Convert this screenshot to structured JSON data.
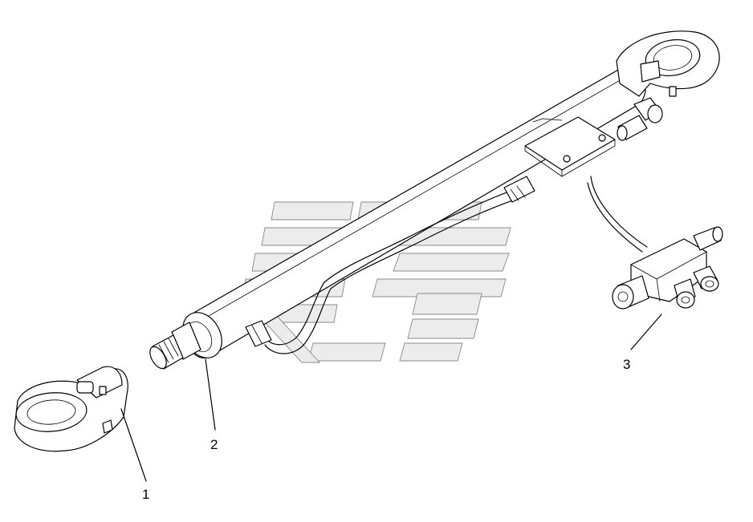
{
  "diagram": {
    "callouts": [
      {
        "id": "1",
        "label": "1"
      },
      {
        "id": "2",
        "label": "2"
      },
      {
        "id": "3",
        "label": "3"
      }
    ],
    "watermark": {
      "kind": "logo",
      "colors": {
        "fill": "#ececec",
        "stroke": "#888888"
      }
    },
    "line_color": "#000000",
    "background": "#ffffff"
  }
}
